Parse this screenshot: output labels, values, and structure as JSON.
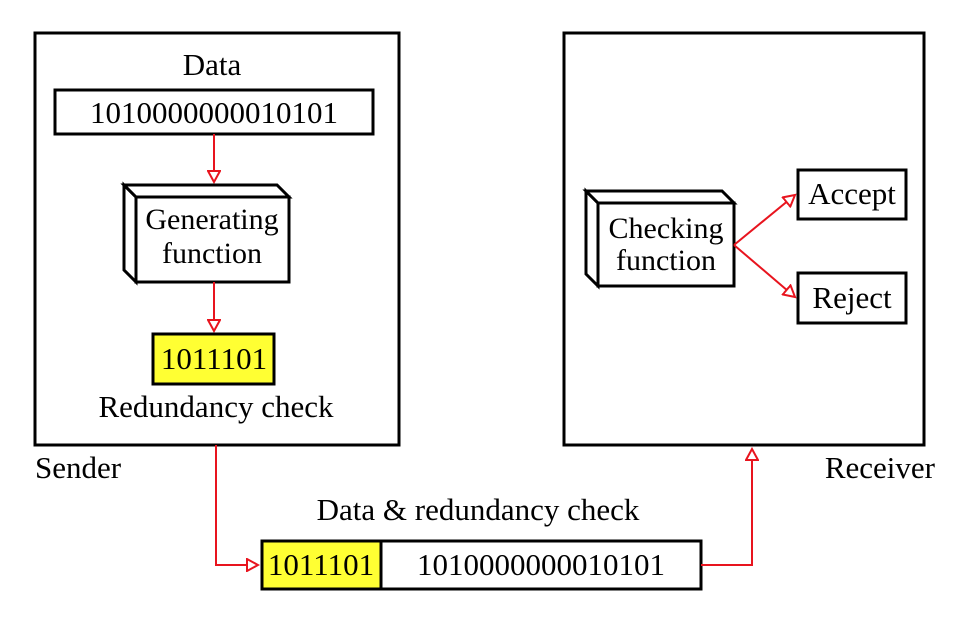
{
  "sender": {
    "label": "Sender",
    "data_caption": "Data",
    "data_bits": "1010000000010101",
    "generator_line1": "Generating",
    "generator_line2": "function",
    "redundancy_bits": "1011101",
    "redundancy_caption": "Redundancy check"
  },
  "receiver": {
    "label": "Receiver",
    "checker_line1": "Checking",
    "checker_line2": "function",
    "accept_label": "Accept",
    "reject_label": "Reject"
  },
  "transmission": {
    "caption": "Data & redundancy check",
    "redundancy_bits": "1011101",
    "data_bits": "1010000000010101"
  },
  "colors": {
    "arrow": "#e8141e",
    "highlight": "#ffff33",
    "stroke": "#000000"
  }
}
